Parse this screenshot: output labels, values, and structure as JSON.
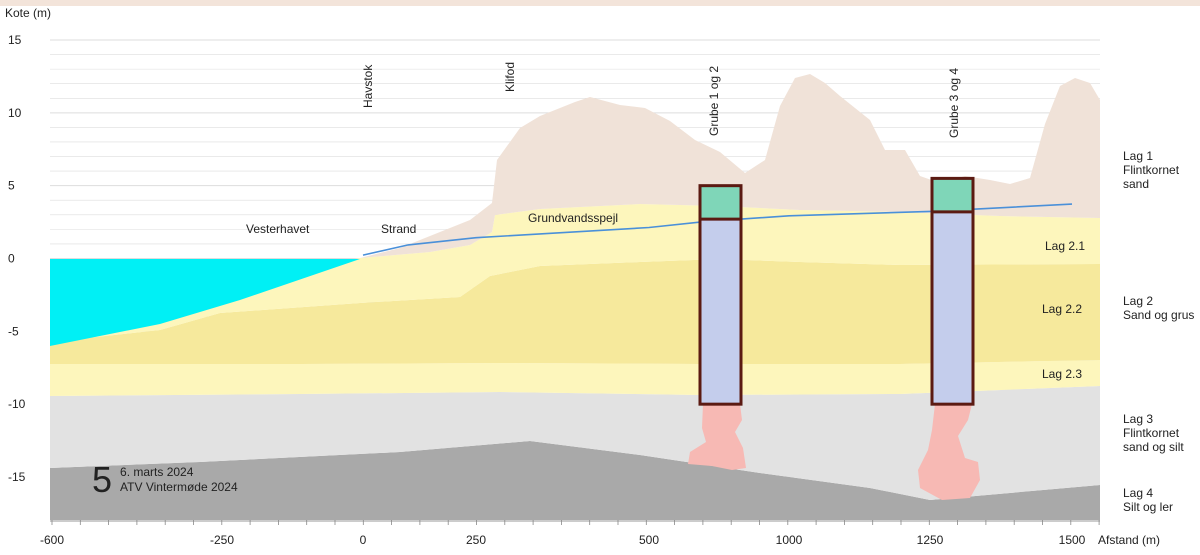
{
  "axes": {
    "y_title": "Kote (m)",
    "x_title": "Afstand (m)",
    "y_ticks": [
      15,
      10,
      5,
      0,
      -5,
      -10,
      -15
    ],
    "y_tick_labels": [
      "15",
      "10",
      "5",
      "0",
      "-5",
      "-10",
      "-15"
    ],
    "x_ticks": [
      -600,
      -250,
      0,
      250,
      500,
      1000,
      1250,
      1500
    ],
    "x_tick_labels": [
      "-600",
      "-250",
      "0",
      "250",
      "500",
      "1000",
      "1250",
      "1500"
    ]
  },
  "region_labels": {
    "vesterhavet": "Vesterhavet",
    "strand": "Strand",
    "grundvand": "Grundvandsspejl"
  },
  "vertical_labels": {
    "havstok": "Havstok",
    "klifod": "Klifod",
    "grube12": "Grube 1 og 2",
    "grube34": "Grube 3 og 4"
  },
  "layers_right": [
    {
      "lines": [
        "Lag 1",
        "Flintkornet",
        "sand"
      ]
    },
    {
      "lines": [
        "Lag 2",
        "Sand og grus"
      ]
    },
    {
      "lines": [
        "Lag 3",
        "Flintkornet",
        "sand og silt"
      ]
    },
    {
      "lines": [
        "Lag 4",
        "Silt og ler"
      ]
    }
  ],
  "sublayers": {
    "l21": "Lag 2.1",
    "l22": "Lag 2.2",
    "l23": "Lag 2.3"
  },
  "footer": {
    "page": "5",
    "date": "6. marts 2024",
    "event": "ATV Vintermøde 2024"
  },
  "colors": {
    "sea": "#00f0f5",
    "sand_light": "#fdf6bc",
    "sand_mid": "#f6e99c",
    "dune": "#f0e2d8",
    "silt": "#e2e2e2",
    "clay": "#a9a9a9",
    "water_line": "#4a90d9",
    "pit_top": "#7fd6b8",
    "pit_body": "#c4cdec",
    "pit_border": "#5b1a12",
    "plume": "#f7b9b4",
    "grid": "#dddddd"
  },
  "chart_data": {
    "type": "table",
    "x_range": [
      -600,
      1500
    ],
    "y_range": [
      -17.5,
      15
    ],
    "groundwater_line": [
      [
        0,
        0.3
      ],
      [
        100,
        1.0
      ],
      [
        250,
        1.5
      ],
      [
        500,
        2.2
      ],
      [
        700,
        2.6
      ],
      [
        1000,
        3.0
      ],
      [
        1250,
        3.3
      ],
      [
        1500,
        3.8
      ]
    ],
    "pits": [
      {
        "label": "Grube 1 og 2",
        "top": 5,
        "green_bottom": 2.7,
        "bottom": -10
      },
      {
        "label": "Grube 3 og 4",
        "top": 5.5,
        "green_bottom": 3.2,
        "bottom": -10
      }
    ]
  }
}
